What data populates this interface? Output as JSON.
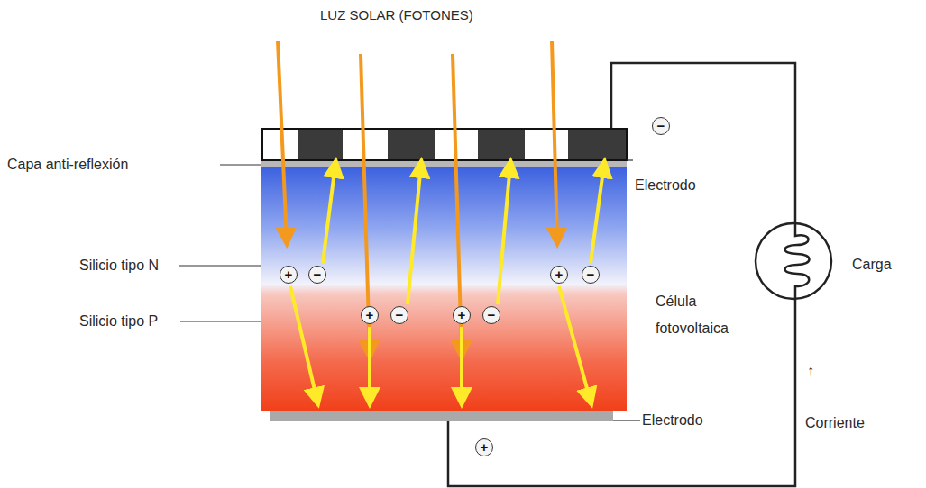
{
  "diagram": {
    "labels": [
      "LUZ SOLAR (FOTONES)",
      "Capa anti-reflexión",
      "Electrodo",
      "−",
      "Silicio tipo N",
      "+",
      "−",
      "+",
      "−",
      "Silicio tipo P",
      "+",
      "−",
      "+",
      "−",
      "Célula fotovoltaica",
      "Carga",
      "↑",
      "Electrodo",
      "Corriente",
      "+"
    ]
  }
}
